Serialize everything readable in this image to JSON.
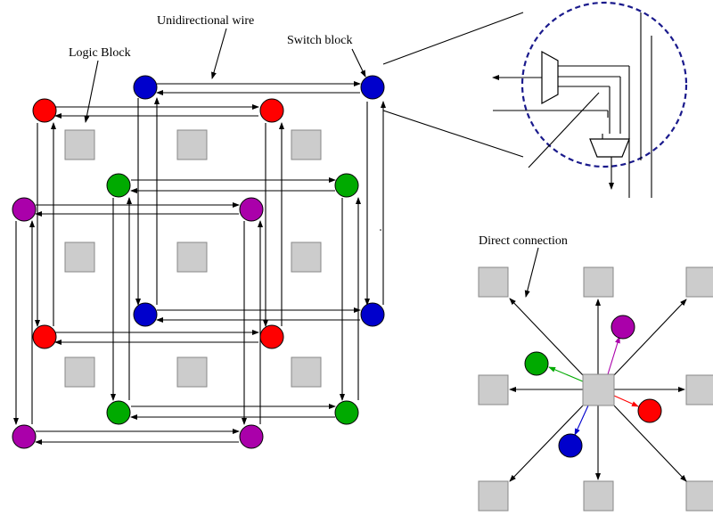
{
  "labels": {
    "unidirectional_wire": "Unidirectional wire",
    "switch_block": "Switch block",
    "logic_block": "Logic Block",
    "direct_connection": "Direct connection"
  },
  "colors": {
    "red": "#ff0000",
    "blue": "#0000cc",
    "green": "#00aa00",
    "purple": "#aa00aa",
    "block_fill": "#cccccc",
    "dashed_circle": "#1a1a8c"
  },
  "legend_icons": [
    "arrow-icon",
    "multiplexer-icon"
  ]
}
